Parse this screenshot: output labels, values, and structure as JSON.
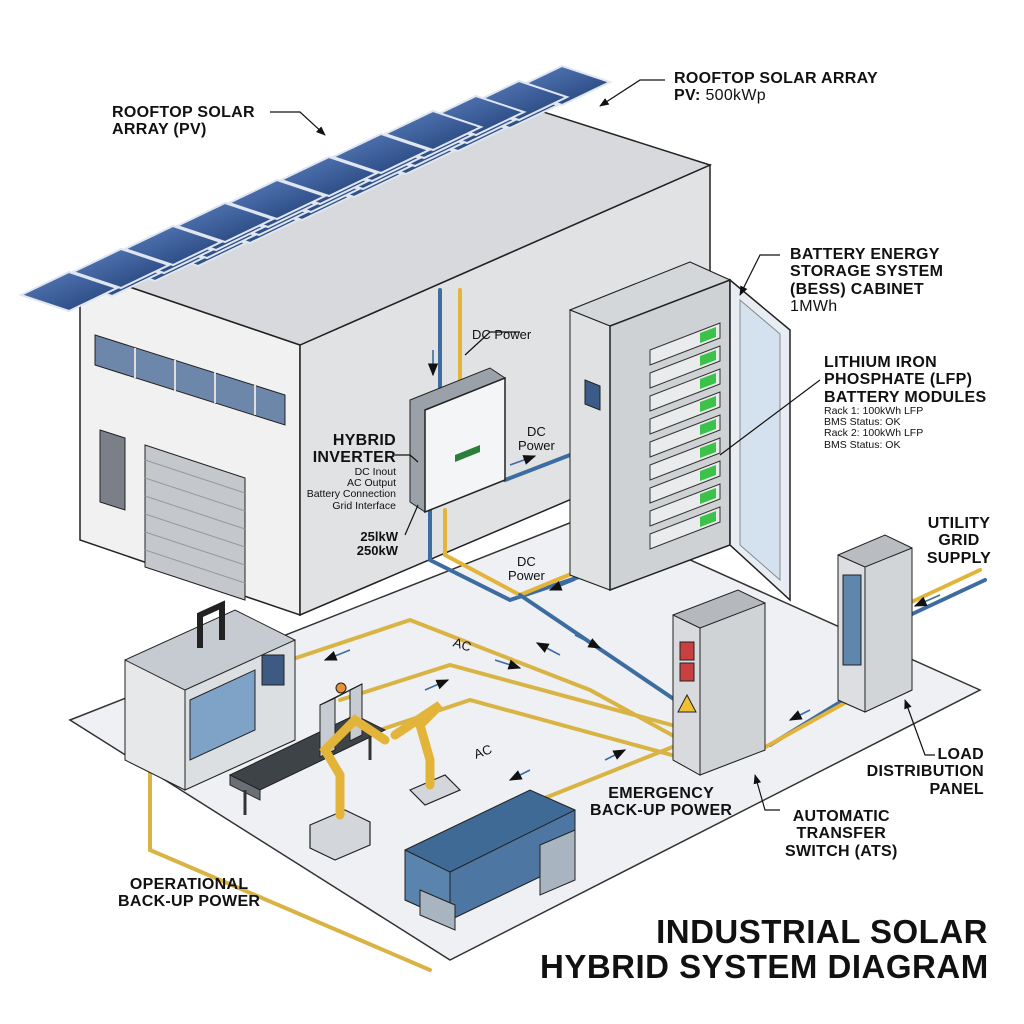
{
  "labels": {
    "rooftop_left": {
      "line1": "ROOFTOP SOLAR",
      "line2": "ARRAY (PV)"
    },
    "rooftop_right": {
      "line1": "ROOFTOP SOLAR ARRAY",
      "line2_bold": "PV:",
      "line2_value": "500kWp"
    },
    "dc_power_top": "DC Power",
    "dc_power_mid": {
      "line1": "DC",
      "line2": "Power"
    },
    "dc_power_low": {
      "line1": "DC",
      "line2": "Power"
    },
    "hybrid_inverter": {
      "line1": "HYBRID",
      "line2": "INVERTER",
      "ports": [
        "DC Inout",
        "AC Output",
        "Battery Connection",
        "Grid Interface"
      ],
      "rating1": "25lkW",
      "rating2": "250kW"
    },
    "bess": {
      "line1": "BATTERY ENERGY",
      "line2": "STORAGE SYSTEM",
      "line3": "(BESS) CABINET",
      "capacity": "1MWh"
    },
    "lfp": {
      "line1": "LITHIUM IRON",
      "line2": "PHOSPHATE (LFP)",
      "line3": "BATTERY MODULES",
      "details": [
        "Rack 1: 100kWh LFP",
        "BMS Status: OK",
        "Rack 2: 100kWh LFP",
        "BMS Status: OK"
      ]
    },
    "utility_grid": {
      "line1": "UTILITY",
      "line2": "GRID",
      "line3": "SUPPLY"
    },
    "ac_mid": "AC",
    "ac_lower": "AC",
    "emergency": {
      "line1": "EMERGENCY",
      "line2": "BACK-UP POWER"
    },
    "ats": {
      "line1": "AUTOMATIC",
      "line2": "TRANSFER",
      "line3": "SWITCH (ATS)"
    },
    "load_panel": {
      "line1": "LOAD",
      "line2": "DISTRIBUTION",
      "line3": "PANEL"
    },
    "operational": {
      "line1": "OPERATIONAL",
      "line2": "BACK-UP POWER"
    }
  },
  "title": {
    "line1": "INDUSTRIAL SOLAR",
    "line2": "HYBRID SYSTEM DIAGRAM"
  },
  "colors": {
    "dc_line": "#e2b43a",
    "ac_line": "#d9b444",
    "grid_line": "#3d6da0",
    "panel": "#2c4f86",
    "battery_green": "#3cc24a",
    "floor": "#f1f2f4"
  }
}
